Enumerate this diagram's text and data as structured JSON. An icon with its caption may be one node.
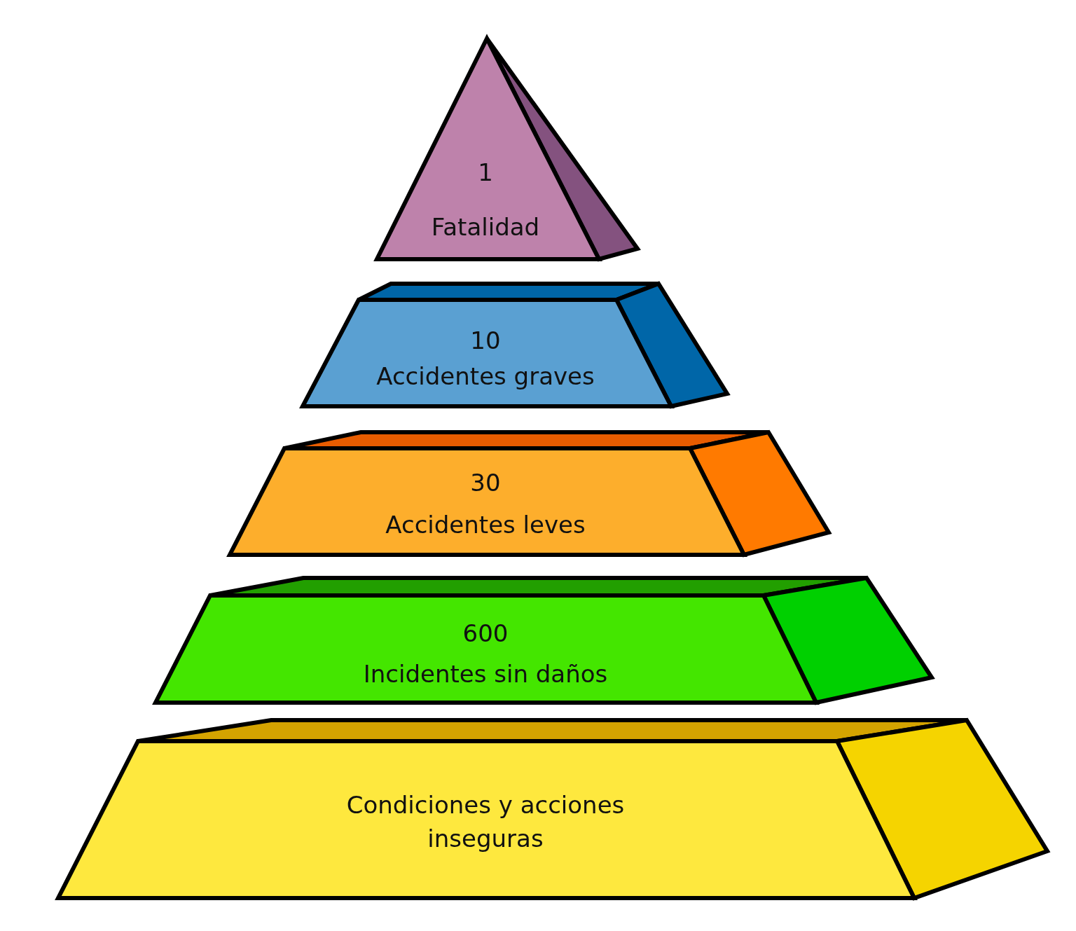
{
  "diagram": {
    "nodes": [
      {
        "text": [
          "1",
          "Fatalidad"
        ]
      },
      {
        "text": [
          "10",
          "Accidentes graves"
        ]
      },
      {
        "text": [
          "30",
          "Accidentes leves"
        ]
      },
      {
        "text": [
          "600",
          "Incidentes sin daños"
        ]
      },
      {
        "text": [
          "Condiciones y acciones inseguras"
        ]
      }
    ]
  }
}
